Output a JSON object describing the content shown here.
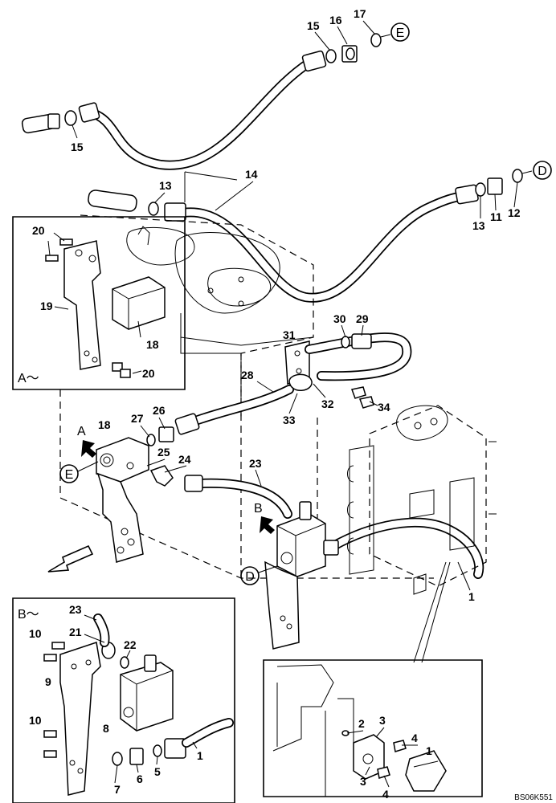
{
  "callouts": {
    "c1": "1",
    "c2": "2",
    "c3": "3",
    "c4": "4",
    "c5": "5",
    "c6": "6",
    "c7": "7",
    "c8": "8",
    "c9": "9",
    "c10": "10",
    "c11": "11",
    "c12": "12",
    "c13": "13",
    "c14": "14",
    "c15": "15",
    "c16": "16",
    "c17": "17",
    "c18": "18",
    "c19": "19",
    "c20": "20",
    "c21": "21",
    "c22": "22",
    "c23": "23",
    "c24": "24",
    "c25": "25",
    "c26": "26",
    "c27": "27",
    "c28": "28",
    "c29": "29",
    "c30": "30",
    "c31": "31",
    "c32": "32",
    "c33": "33",
    "c34": "34"
  },
  "refs": {
    "A": "A",
    "B": "B",
    "D": "D",
    "E": "E"
  },
  "detail_views": {
    "a": "A～",
    "b": "B～"
  },
  "drawing_code": "BS06K551"
}
